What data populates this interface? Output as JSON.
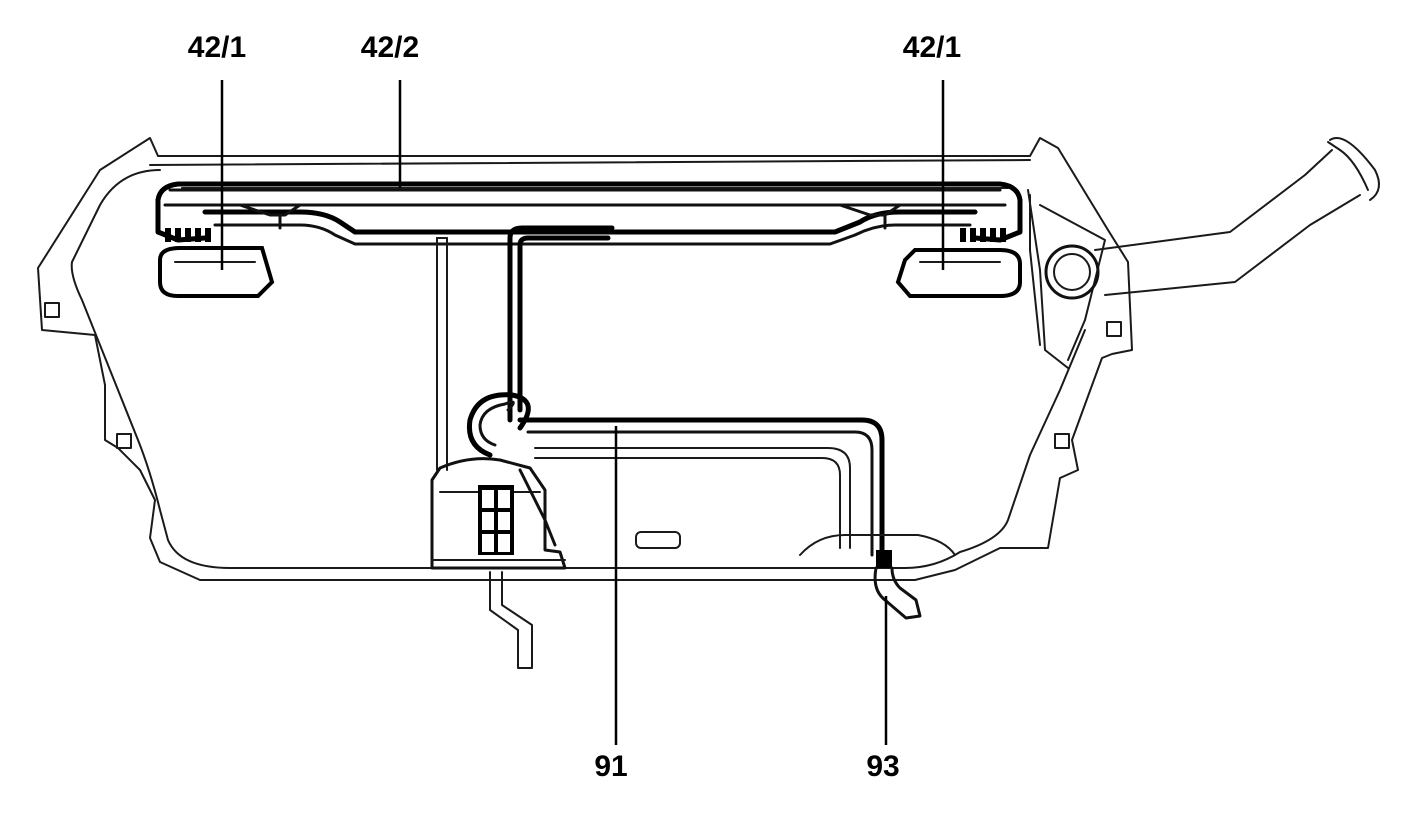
{
  "diagram": {
    "callouts": {
      "seal_left": "42/1",
      "cover_strip": "42/2",
      "seal_right": "42/1",
      "line_91": "91",
      "line_93": "93"
    },
    "colors": {
      "background": "#ffffff",
      "ink": "#000000"
    }
  }
}
